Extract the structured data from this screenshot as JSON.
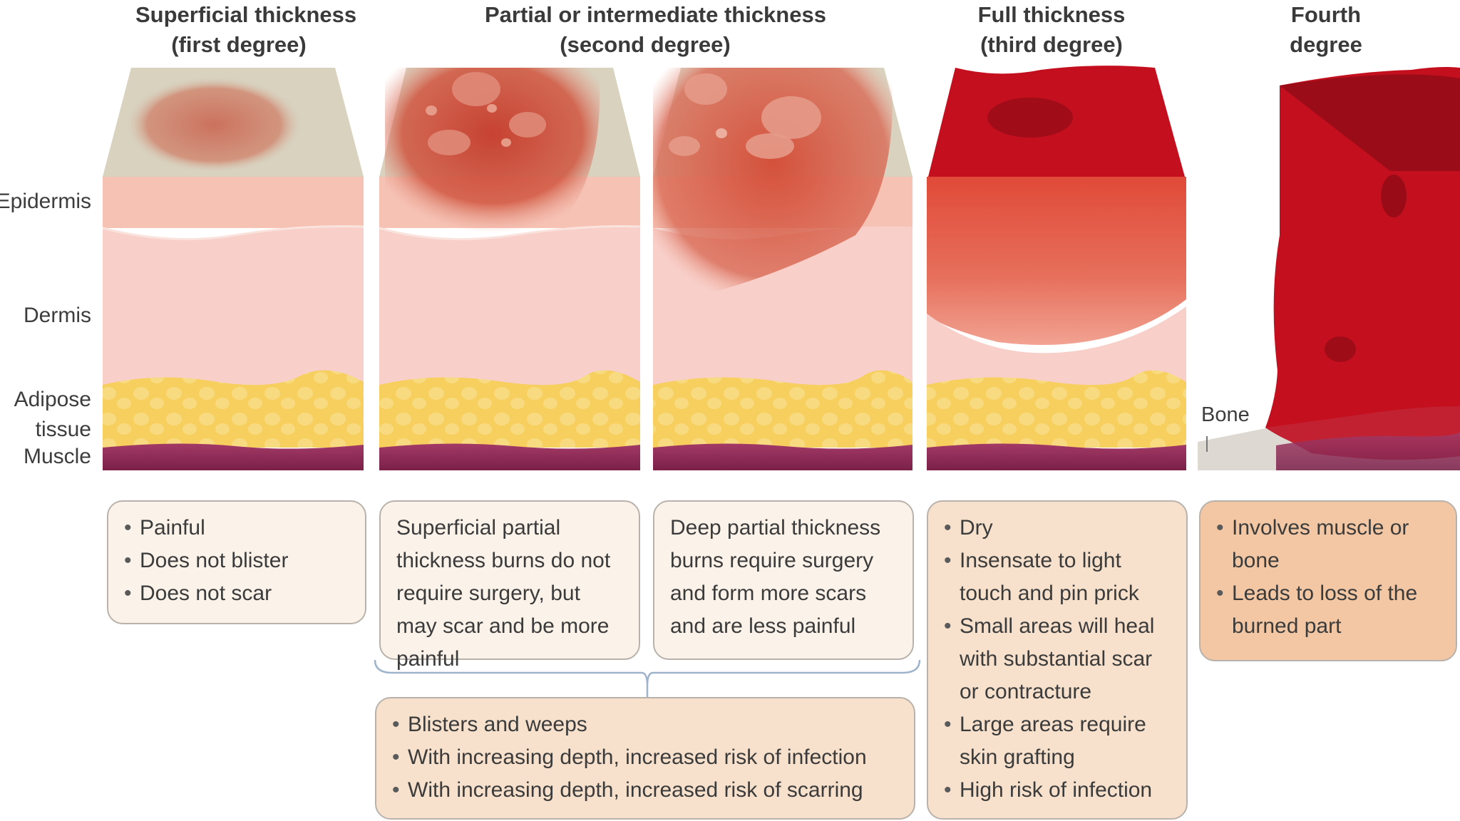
{
  "headings": {
    "superficial": [
      "Superficial thickness",
      "(first degree)"
    ],
    "partial": [
      "Partial or intermediate thickness",
      "(second degree)"
    ],
    "full": [
      "Full thickness",
      "(third degree)"
    ],
    "fourth": [
      "Fourth",
      "degree"
    ]
  },
  "layers": {
    "epidermis": "Epidermis",
    "dermis": "Dermis",
    "adipose": [
      "Adipose",
      "tissue"
    ],
    "muscle": "Muscle",
    "bone": "Bone"
  },
  "boxes": {
    "first_degree": [
      "Painful",
      "Does not blister",
      "Does not scar"
    ],
    "superficial_partial": "Superficial partial thickness burns do not require surgery, but may scar and be more painful",
    "deep_partial": "Deep partial thickness burns require surgery and form more scars and are less painful",
    "second_degree_shared": [
      "Blisters and weeps",
      "With increasing depth, increased risk of infection",
      "With increasing depth, increased risk of scarring"
    ],
    "third_degree": [
      "Dry",
      "Insensate to light touch and pin prick",
      "Small areas will heal with substantial scar or contracture",
      "Large areas require skin grafting",
      "High risk of infection"
    ],
    "fourth_degree": [
      "Involves muscle or bone",
      "Leads to loss of the burned part"
    ]
  },
  "colors": {
    "epidermis": "#f6c2b4",
    "dermis": "#f8cfc9",
    "adipose": "#f6cf5e",
    "muscle": "#8e2a57",
    "burn_red": "#c40f1e",
    "burn_dark": "#9a0d18",
    "surface": "#d8d2bf"
  }
}
